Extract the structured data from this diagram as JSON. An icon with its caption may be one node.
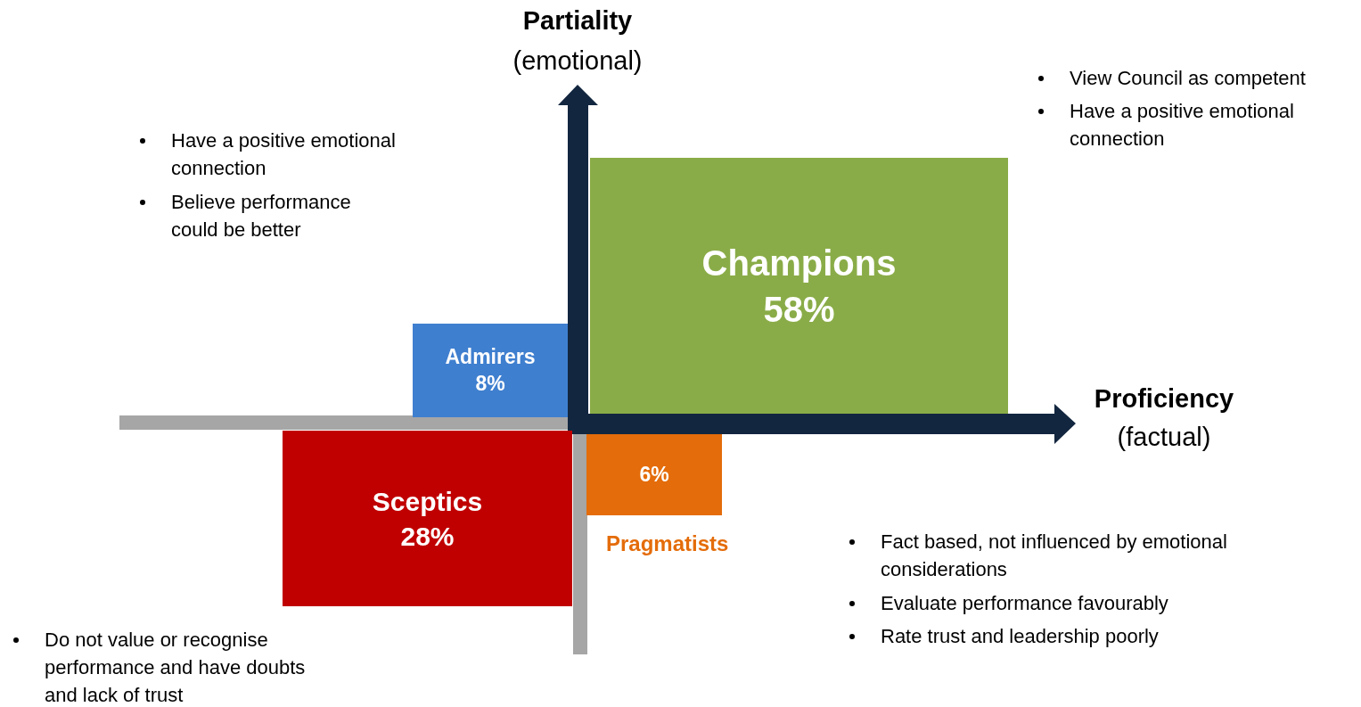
{
  "diagram": {
    "nodes": [
      {
        "text": [
          "Champions",
          "58%"
        ]
      },
      {
        "text": [
          "Admirers",
          "8%"
        ]
      },
      {
        "text": [
          "Sceptics",
          "28%"
        ]
      },
      {
        "text": [
          "6%"
        ],
        "beside": [
          "Pragmatists"
        ]
      }
    ],
    "edges": [],
    "labels": [
      "Partiality",
      "(emotional)",
      "View Council as competent",
      "Have a positive emotional connection",
      "Have a positive emotional connection",
      "Believe performance could be better",
      "Proficiency",
      "(factual)",
      "Fact based, not influenced by emotional considerations",
      "Evaluate performance favourably",
      "Rate trust and leadership poorly",
      "Do not value or recognise performance and have doubts and lack of trust"
    ]
  }
}
